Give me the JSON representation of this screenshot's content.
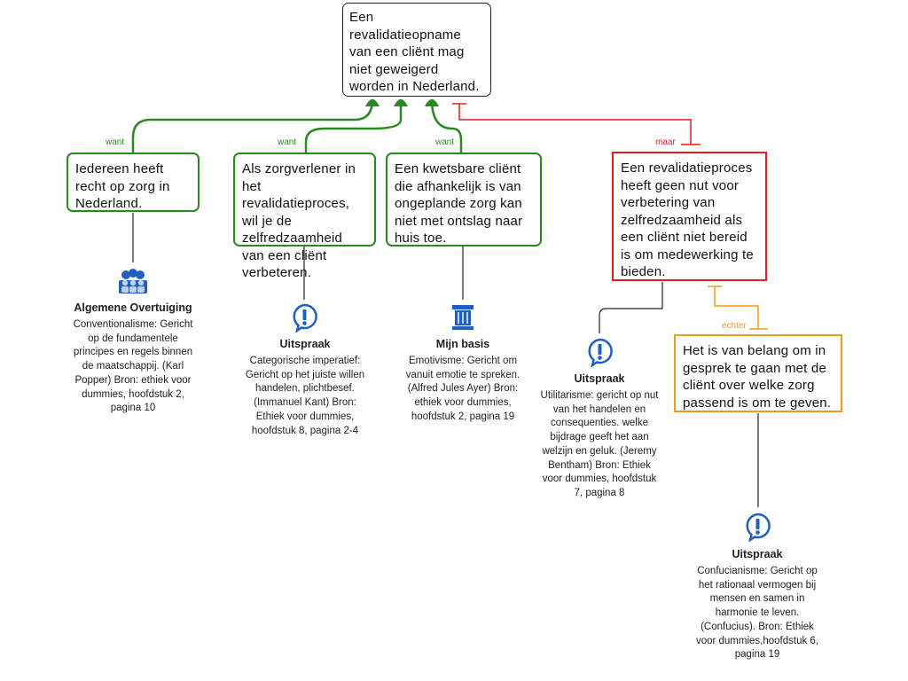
{
  "main_claim": "Een revalidatieopname van een cliënt mag niet geweigerd worden in Nederland.",
  "reasons": [
    {
      "label": "want",
      "text": "Iedereen heeft recht op zorg in Nederland."
    },
    {
      "label": "want",
      "text": "Als zorgverlener in het revalidatieproces, wil je de zelfredzaamheid van een cliënt verbeteren."
    },
    {
      "label": "want",
      "text": "Een kwetsbare cliënt die afhankelijk is van ongeplande zorg kan niet met ontslag naar huis toe."
    }
  ],
  "objection": {
    "label": "maar",
    "text": "Een revalidatieproces heeft geen nut voor verbetering van zelfredzaamheid als een cliënt niet bereid is om medewerking te bieden."
  },
  "rebuttal": {
    "label": "echter",
    "text": "Het is van belang om in gesprek te gaan met de cliënt over welke zorg passend is om te geven."
  },
  "notes": [
    {
      "title": "Algemene Overtuiging",
      "text": "Conventionalisme: Gericht op de fundamentele principes en regels binnen de maatschappij. (Karl Popper) Bron: ethiek voor dummies, hoofdstuk 2, pagina 10",
      "icon": "people-group-icon"
    },
    {
      "title": "Uitspraak",
      "text": "Categorische imperatief: Gericht op het juiste willen handelen, plichtbesef. (Immanuel Kant) Bron: Ethiek voor dummies, hoofdstuk 8, pagina 2-4",
      "icon": "exclamation-bubble-icon"
    },
    {
      "title": "Mijn basis",
      "text": "Emotivisme: Gericht om vanuit emotie te spreken. (Alfred Jules Ayer) Bron: ethiek voor dummies, hoofdstuk 2, pagina 19",
      "icon": "pillar-icon"
    },
    {
      "title": "Uitspraak",
      "text": "Utilitarisme: gericht op nut van het handelen en consequenties. welke bijdrage geeft het aan welzijn en geluk. (Jeremy Bentham) Bron: Ethiek voor dummies, hoofdstuk 7, pagina 8",
      "icon": "exclamation-bubble-icon"
    },
    {
      "title": "Uitspraak",
      "text": "Confucianisme: Gericht op het rationaal vermogen bij mensen en samen in harmonie te leven. (Confucius). Bron: Ethiek voor dummies,hoofdstuk 6, pagina 19",
      "icon": "exclamation-bubble-icon"
    }
  ],
  "colors": {
    "support": "#2a8a1f",
    "oppose": "#e51c1c",
    "rebut": "#f29b1a",
    "icon": "#1f5fbf"
  }
}
